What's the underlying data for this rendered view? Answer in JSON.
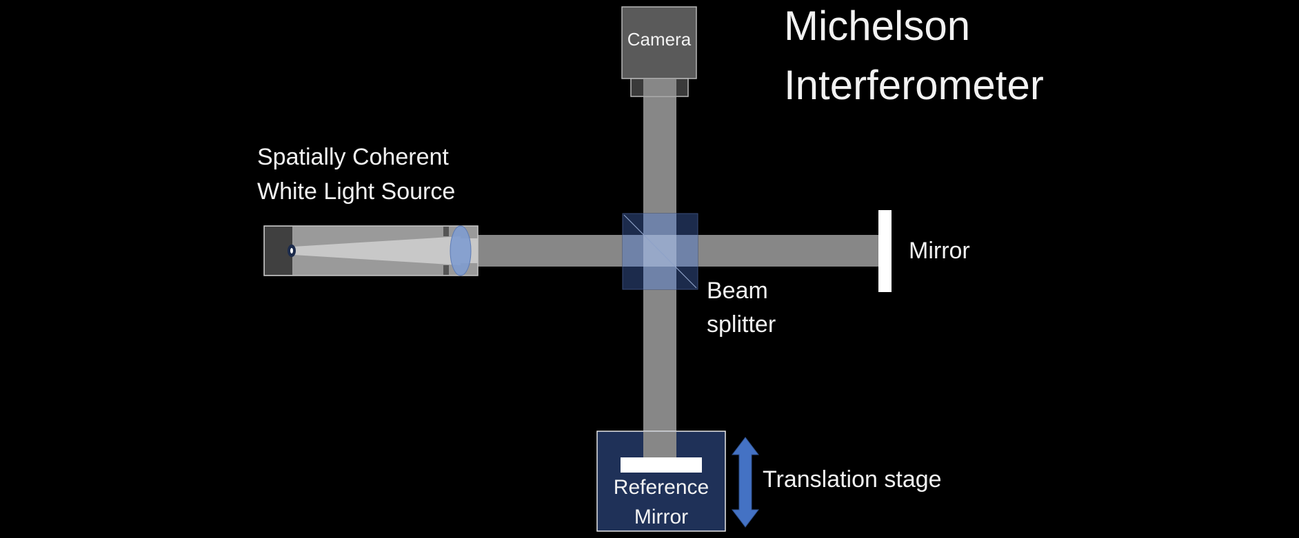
{
  "title": {
    "line1": "Michelson",
    "line2": "Interferometer"
  },
  "components": {
    "camera": {
      "label": "Camera"
    },
    "light_source": {
      "label_line1": "Spatially Coherent",
      "label_line2": "White Light Source"
    },
    "beam_splitter": {
      "label_line1": "Beam",
      "label_line2": "splitter"
    },
    "mirror": {
      "label": "Mirror"
    },
    "reference_mirror": {
      "label_line1": "Reference",
      "label_line2": "Mirror"
    },
    "translation_stage": {
      "label": "Translation stage",
      "icon": "double-arrow-vertical"
    }
  },
  "colors": {
    "background": "#000000",
    "beam": "#878787",
    "camera_body": "#5a5a5a",
    "splitter_dark": "#1c2b4c",
    "splitter_light": "#8a9cc0",
    "reference_box": "#1f3158",
    "lens": "#7f9ccf",
    "arrow": "#4472c4",
    "text": "#f2f2f2"
  }
}
